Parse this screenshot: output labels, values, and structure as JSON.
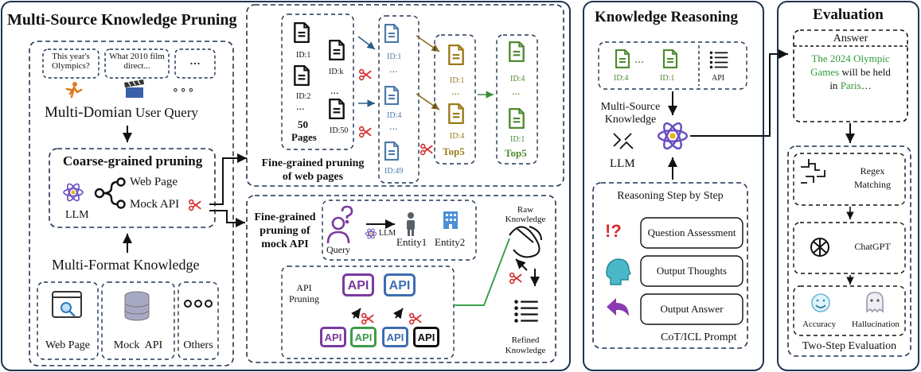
{
  "panel1": {
    "title": "Multi-Source Knowledge Pruning",
    "queries": [
      "This year's Olympics?",
      "What 2010 film direct...",
      "..."
    ],
    "query_icons_more": "∘∘∘",
    "user_query_label_a": "Multi-Domian",
    "user_query_label_b": " User Query",
    "coarse_title": "Coarse-grained pruning",
    "llm_label": "LLM",
    "web_page_label": "Web Page",
    "mock_api_label": "Mock API",
    "multi_format_label": "Multi-Format Knowledge",
    "sources": [
      "Web Page",
      "Mock  API",
      "Others"
    ],
    "web": {
      "col1_ids": [
        "ID:1",
        "ID:2",
        "ID:k",
        "ID:50"
      ],
      "pages_count": "50",
      "pages_label": "Pages",
      "col2_ids": [
        "ID:1",
        "ID:4",
        "ID:49"
      ],
      "col3_ids": [
        "ID:1",
        "ID:4"
      ],
      "col3_label": "Top5",
      "col4_ids": [
        "ID:4",
        "ID:1"
      ],
      "col4_label": "Top5",
      "caption_a": "Fine-grained pruning",
      "caption_b": "of web pages"
    },
    "api": {
      "caption": [
        "Fine-grained",
        "pruning of",
        "mock API"
      ],
      "query_label": "Query",
      "llm_label": "LLM",
      "entity1": "Entity1",
      "entity2": "Entity2",
      "raw_knowledge_a": "Raw",
      "raw_knowledge_b": "Knowledge",
      "refined_a": "Refined",
      "refined_b": "Knowledge",
      "pruning_a": "API",
      "pruning_b": "Pruning",
      "chip": "API",
      "dots": "..."
    }
  },
  "panel2": {
    "title": "Knowledge Reasoning",
    "ids": [
      "ID:4",
      "ID:1"
    ],
    "api_label": "API",
    "multi_source": [
      "Multi-Source",
      "Knowledge"
    ],
    "llm_label": "LLM",
    "reasoning_title": "Reasoning Step by Step",
    "steps": [
      "Question Assessment",
      "Output Thoughts",
      "Output Answer"
    ],
    "prompt_label": "CoT/ICL Prompt",
    "question_glyph": "!?"
  },
  "panel3": {
    "title": "Evaluation",
    "answer_label": "Answer",
    "answer": {
      "p1": "The 2024 Olympic",
      "p2": "Games",
      "p3": " will be held",
      "p4": "in ",
      "p5": "Paris",
      "p6": "…"
    },
    "regex": [
      "Regex",
      "Matching"
    ],
    "chatgpt": "ChatGPT",
    "metrics": [
      "Accuracy",
      "Hallucination"
    ],
    "two_step": "Two-Step Evaluation"
  },
  "colors": {
    "navy": "#1f3450",
    "doc_blue": "#4a7aa8",
    "doc_gold": "#9a7a1a",
    "doc_green": "#4e8a2e",
    "green_text": "#2f9a3a",
    "red": "#d42b2b",
    "api_purple": "#7a3aa0",
    "api_green": "#3f9a4a",
    "api_blue": "#3d6db0",
    "llm_purple": "#6a4fc0"
  }
}
